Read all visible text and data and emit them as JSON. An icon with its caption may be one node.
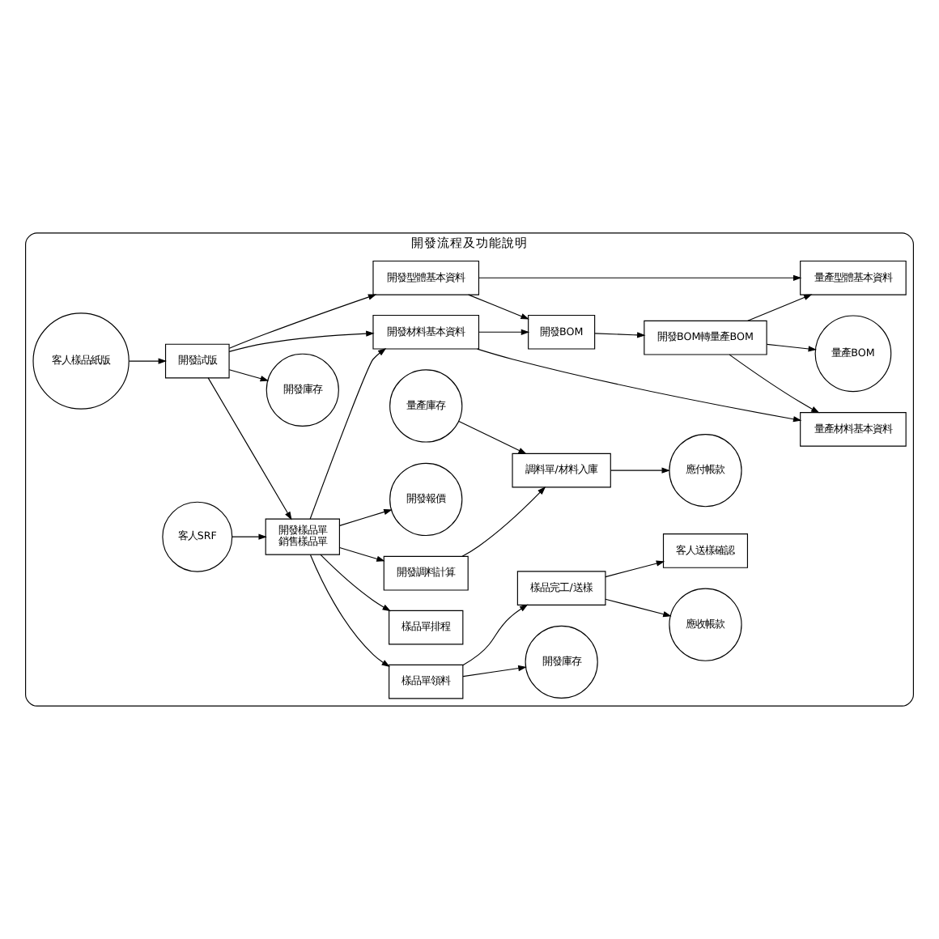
{
  "diagram": {
    "nodes": [
      {
        "text": [
          "開發流程及功能說明"
        ]
      },
      {
        "text": [
          "客人樣品紙版"
        ],
        "in": 0
      },
      {
        "text": [
          "開發試版"
        ],
        "in": 0
      },
      {
        "text": [
          "開發型體基本資料"
        ],
        "in": 0
      },
      {
        "text": [
          "開發庫存"
        ],
        "in": 0
      },
      {
        "text": [
          "客人SRF"
        ],
        "in": 0
      },
      {
        "text": [
          "開發樣品單",
          "銷售樣品單"
        ],
        "in": 0
      },
      {
        "text": [
          "開發材料基本資料"
        ],
        "in": 0
      },
      {
        "text": [
          "開發BOM"
        ],
        "in": 0
      },
      {
        "text": [
          "開發BOM轉量產BOM"
        ],
        "in": 0
      },
      {
        "text": [
          "量產型體基本資料"
        ],
        "in": 0
      },
      {
        "text": [
          "量產BOM"
        ],
        "in": 0
      },
      {
        "text": [
          "量產材料基本資料"
        ],
        "in": 0
      },
      {
        "text": [
          "開發報價"
        ],
        "in": 0
      },
      {
        "text": [
          "開發調料計算"
        ],
        "in": 0
      },
      {
        "text": [
          "樣品單排程"
        ],
        "in": 0
      },
      {
        "text": [
          "樣品單領料"
        ],
        "in": 0
      },
      {
        "text": [
          "客人送樣確認"
        ],
        "in": 0
      },
      {
        "text": [
          "量產庫存"
        ],
        "in": 0
      },
      {
        "text": [
          "調料單/材料入庫"
        ],
        "in": 0
      },
      {
        "text": [
          "應付帳款"
        ],
        "in": 0
      },
      {
        "text": [
          "開發庫存"
        ],
        "in": 0
      },
      {
        "text": [
          "樣品完工/送樣"
        ],
        "in": 0
      },
      {
        "text": [
          "應收帳款"
        ],
        "in": 0
      }
    ],
    "edges": [
      {
        "from": 1,
        "to": 2,
        "arrow": "to"
      },
      {
        "from": 2,
        "to": 6,
        "arrow": "to"
      },
      {
        "from": 2,
        "to": 3,
        "arrow": "to"
      },
      {
        "from": 2,
        "to": 4,
        "arrow": "to"
      },
      {
        "from": 2,
        "to": 7,
        "arrow": "to"
      },
      {
        "from": 5,
        "to": 6,
        "arrow": "to"
      },
      {
        "from": 6,
        "to": 7,
        "arrow": "to"
      },
      {
        "from": 3,
        "to": 10,
        "arrow": "to"
      },
      {
        "from": 3,
        "to": 8,
        "arrow": "to"
      },
      {
        "from": 7,
        "to": 8,
        "arrow": "to"
      },
      {
        "from": 7,
        "to": 12,
        "arrow": "to"
      },
      {
        "from": 8,
        "to": 9,
        "arrow": "to"
      },
      {
        "from": 9,
        "to": 11,
        "arrow": "to"
      },
      {
        "from": 9,
        "to": 10,
        "arrow": "to"
      },
      {
        "from": 9,
        "to": 12,
        "arrow": "to"
      },
      {
        "from": 6,
        "to": 13,
        "arrow": "to"
      },
      {
        "from": 6,
        "to": 14,
        "arrow": "to"
      },
      {
        "from": 6,
        "to": 15,
        "arrow": "to"
      },
      {
        "from": 6,
        "to": 16,
        "arrow": "to"
      },
      {
        "from": 14,
        "to": 19,
        "arrow": "to"
      },
      {
        "from": 18,
        "to": 19,
        "arrow": "to"
      },
      {
        "from": 19,
        "to": 20,
        "arrow": "to"
      },
      {
        "from": 16,
        "to": 21,
        "arrow": "to"
      },
      {
        "from": 16,
        "to": 22,
        "arrow": "to"
      },
      {
        "from": 22,
        "to": 17,
        "arrow": "to"
      },
      {
        "from": 22,
        "to": 23,
        "arrow": "to"
      }
    ]
  }
}
